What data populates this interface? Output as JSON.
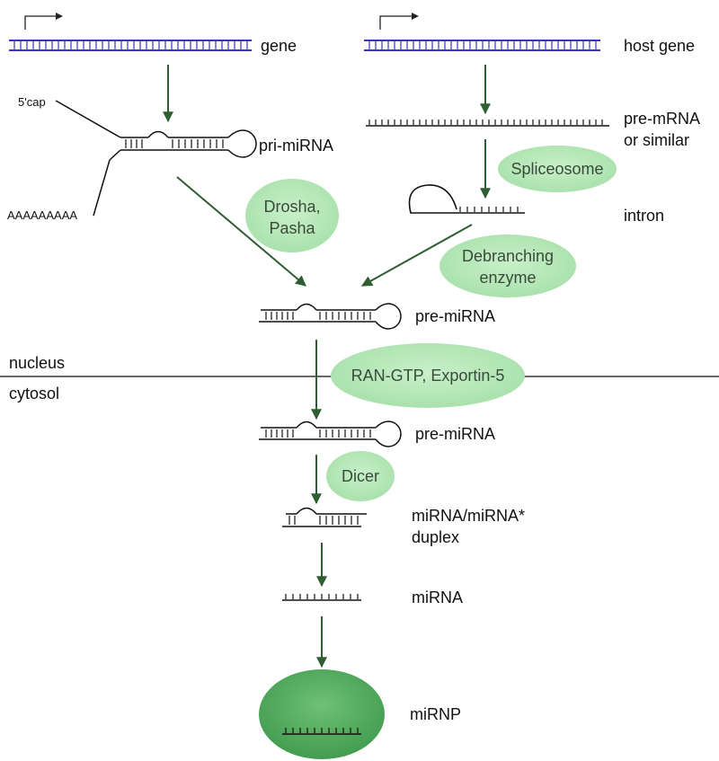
{
  "labels": {
    "gene": "gene",
    "host_gene": "host gene",
    "cap": "5'cap",
    "polya": "AAAAAAAAA",
    "pri_mirna": "pri-miRNA",
    "pre_mrna_1": "pre-mRNA",
    "pre_mrna_2": "or similar",
    "intron": "intron",
    "pre_mirna_nucleus": "pre-miRNA",
    "nucleus": "nucleus",
    "cytosol": "cytosol",
    "pre_mirna_cytosol": "pre-miRNA",
    "duplex_1": "miRNA/miRNA*",
    "duplex_2": "duplex",
    "mirna": "miRNA",
    "mirnp": "miRNP"
  },
  "enzymes": {
    "drosha_1": "Drosha,",
    "drosha_2": "Pasha",
    "spliceosome": "Spliceosome",
    "debranching_1": "Debranching",
    "debranching_2": "enzyme",
    "ran_exportin": "RAN-GTP, Exportin-5",
    "dicer": "Dicer"
  },
  "colors": {
    "dna": "#3a33c8",
    "arrow": "#2f5e33",
    "enzyme_fill": "#b3e8b5",
    "mirnp_fill": "#4ea85a",
    "line": "#111111"
  }
}
